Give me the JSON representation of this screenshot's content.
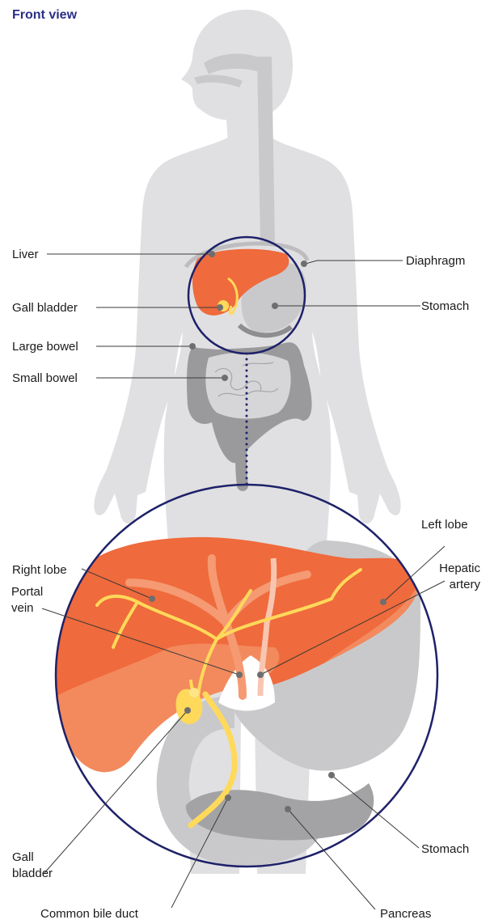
{
  "title": "Front view",
  "colors": {
    "title": "#2b2f86",
    "ring": "#1e2169",
    "body": "#e0e0e2",
    "organ_gray": "#c9c9cb",
    "bowel": "#9a9a9c",
    "liver": "#ef6a3c",
    "liver_light": "#f59a73",
    "bile": "#ffd95a",
    "label_dot": "#6e6e6e"
  },
  "labels": {
    "liver": "Liver",
    "gall_bladder": "Gall bladder",
    "large_bowel": "Large bowel",
    "small_bowel": "Small bowel",
    "diaphragm": "Diaphragm",
    "stomach": "Stomach",
    "right_lobe": "Right lobe",
    "left_lobe": "Left lobe",
    "portal_vein_1": "Portal",
    "portal_vein_2": "vein",
    "hepatic_artery_1": "Hepatic",
    "hepatic_artery_2": "artery",
    "gall_bladder2_1": "Gall",
    "gall_bladder2_2": "bladder",
    "stomach2": "Stomach",
    "common_bile_duct": "Common bile duct",
    "pancreas": "Pancreas"
  }
}
